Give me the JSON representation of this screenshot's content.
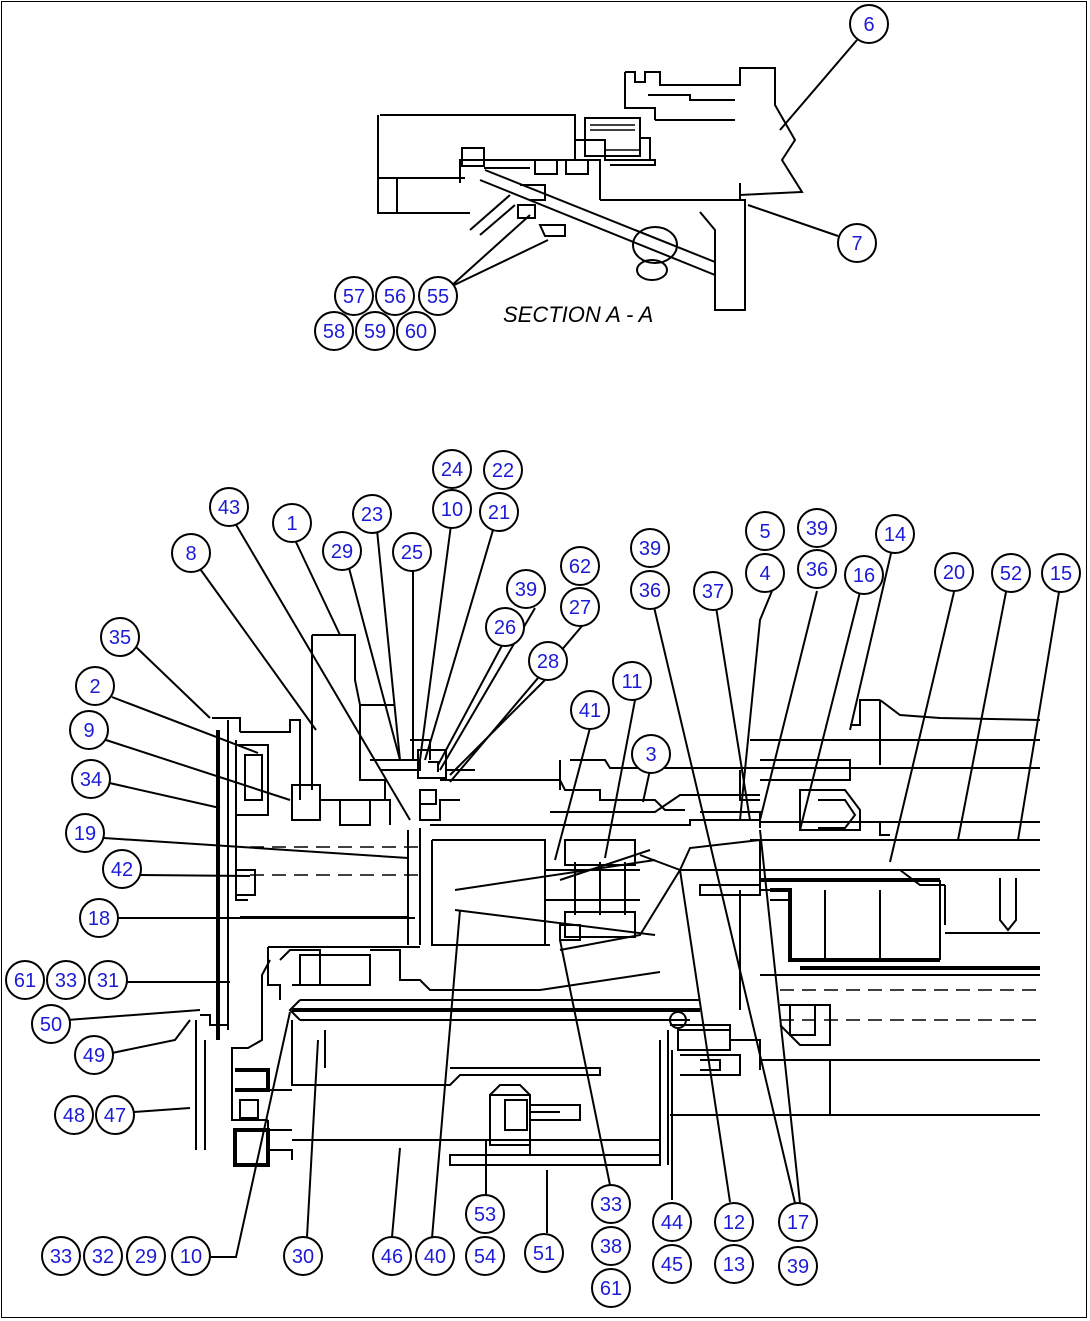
{
  "section_label": "SECTION A - A",
  "callout_style": {
    "text_color": "#1b1bd6",
    "circle_stroke": "#000000"
  },
  "callouts": [
    "6",
    "7",
    "57",
    "56",
    "55",
    "58",
    "59",
    "60",
    "24",
    "22",
    "43",
    "1",
    "23",
    "10",
    "21",
    "29",
    "25",
    "8",
    "39",
    "62",
    "5",
    "39",
    "36",
    "14",
    "16",
    "20",
    "52",
    "15",
    "37",
    "36",
    "4",
    "26",
    "27",
    "35",
    "28",
    "2",
    "41",
    "11",
    "9",
    "3",
    "34",
    "19",
    "42",
    "18",
    "61",
    "33",
    "31",
    "50",
    "49",
    "48",
    "47",
    "33",
    "32",
    "29",
    "10",
    "30",
    "46",
    "40",
    "53",
    "54",
    "51",
    "33",
    "38",
    "61",
    "44",
    "45",
    "12",
    "13",
    "17",
    "39"
  ]
}
